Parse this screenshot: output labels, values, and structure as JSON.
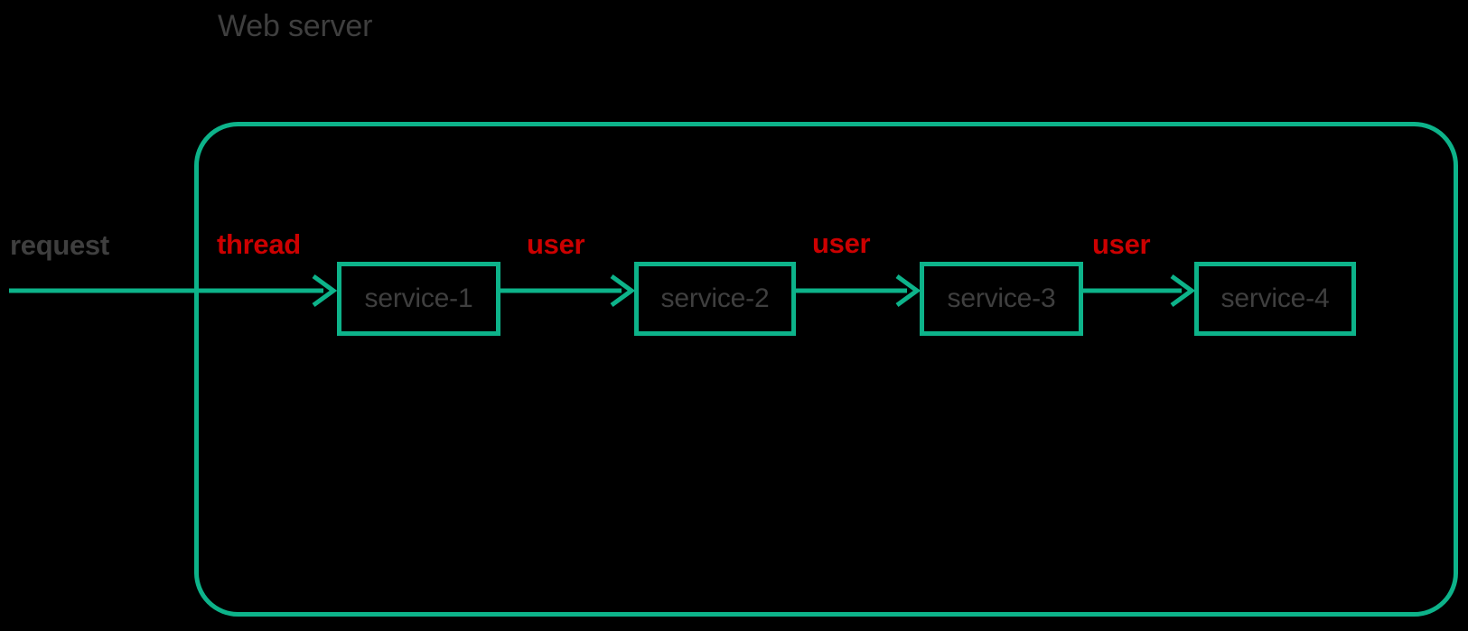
{
  "diagram": {
    "title": "Web server request threading diagram",
    "background_color": "#000000",
    "accent_color": "#0db38a",
    "label_color": "#3f3f3f",
    "highlight_color": "#cc0000",
    "container": {
      "caption": "Web server"
    },
    "nodes": [
      {
        "id": "service-1",
        "label": "service-1"
      },
      {
        "id": "service-2",
        "label": "service-2"
      },
      {
        "id": "service-3",
        "label": "service-3"
      },
      {
        "id": "service-4",
        "label": "service-4"
      }
    ],
    "edges": [
      {
        "id": "edge-request",
        "label": "request",
        "label_color": "#3f3f3f",
        "from": "",
        "to": "web-server"
      },
      {
        "id": "edge-thread",
        "label": "thread",
        "label_color": "#cc0000",
        "from": "web-server",
        "to": "service-1"
      },
      {
        "id": "edge-user-1",
        "label": "user",
        "label_color": "#cc0000",
        "from": "service-1",
        "to": "service-2"
      },
      {
        "id": "edge-user-2",
        "label": "user",
        "label_color": "#cc0000",
        "from": "service-2",
        "to": "service-3"
      },
      {
        "id": "edge-user-3",
        "label": "user",
        "label_color": "#cc0000",
        "from": "service-3",
        "to": "service-4"
      }
    ]
  }
}
